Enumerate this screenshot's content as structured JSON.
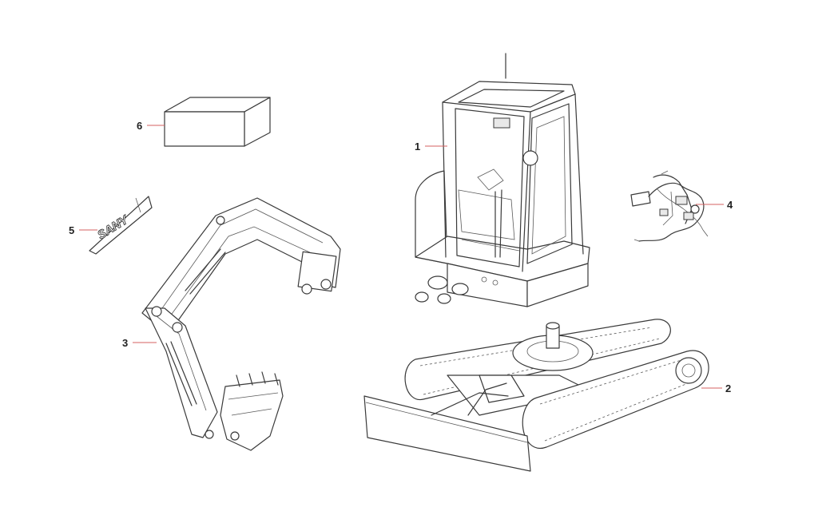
{
  "callouts": [
    {
      "id": "1",
      "label": "1",
      "part": "cab"
    },
    {
      "id": "2",
      "label": "2",
      "part": "undercarriage"
    },
    {
      "id": "3",
      "label": "3",
      "part": "boom-arm-bucket"
    },
    {
      "id": "4",
      "label": "4",
      "part": "wiring-harness"
    },
    {
      "id": "5",
      "label": "5",
      "part": "decal"
    },
    {
      "id": "6",
      "label": "6",
      "part": "box"
    }
  ],
  "decal_text": "SANY",
  "colors": {
    "leader": "#d46060",
    "lines": "#3a3a3a",
    "background": "#ffffff"
  }
}
